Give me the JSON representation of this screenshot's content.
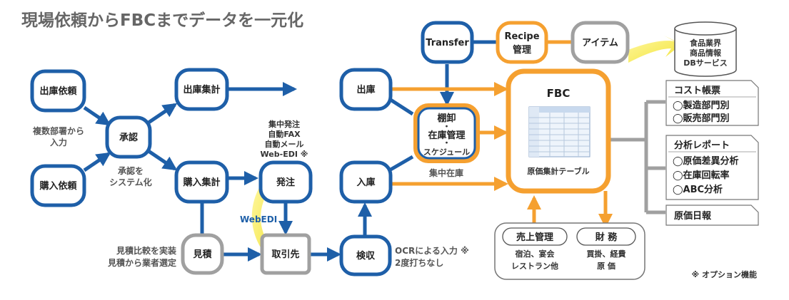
{
  "title": "現場依頼からFBCまでデータを一元化",
  "nodes": {
    "shukko_irai": "出庫依頼",
    "konyu_irai": "購入依頼",
    "shonin": "承認",
    "shukko_shukei": "出庫集計",
    "konyu_shukei": "購入集計",
    "mitsumori": "見積",
    "hatchu": "発注",
    "torihikisaki": "取引先",
    "shukko": "出庫",
    "nyuko": "入庫",
    "kenshu": "検収",
    "tanaoroshi": "棚卸",
    "tanaoroshi_dot1": "・",
    "zaiko_kanri": "在庫管理",
    "tanaoroshi_dot2": "・",
    "schedule": "スケジュール",
    "transfer": "Transfer",
    "recipe_line1": "Recipe",
    "recipe_line2": "管理",
    "item": "アイテム",
    "fbc_title": "FBC",
    "fbc_caption": "原価集計テーブル"
  },
  "db": {
    "line1": "食品業界",
    "line2": "商品情報",
    "line3": "DBサービス"
  },
  "notes": {
    "fukusu_1": "複数部署から",
    "fukusu_2": "入力",
    "shonin_sys_1": "承認を",
    "shonin_sys_2": "システム化",
    "shuchu_1": "集中発注",
    "shuchu_2": "自動FAX",
    "shuchu_3": "自動メール",
    "shuchu_4": "Web-EDI ※",
    "mitsumori_1": "見積比較を実装",
    "mitsumori_2": "見積から業者選定",
    "webedi": "WebEDI",
    "ocr_1": "OCRによる入力 ※",
    "ocr_2": "2度打ちなし",
    "shuchu_zaiko": "集中在庫",
    "option": "※ オプション機能"
  },
  "reports": {
    "cost_title": "コスト帳票",
    "cost_1": "◯製造部門別",
    "cost_2": "◯販売部門別",
    "bunseki_title": "分析レポート",
    "bunseki_1": "◯原価差異分析",
    "bunseki_2": "◯在庫回転率",
    "bunseki_3": "◯ABC分析",
    "genka_nippo": "原価日報"
  },
  "bottom": {
    "uriage_title": "売上管理",
    "uriage_1": "宿泊、宴会",
    "uriage_2": "レストラン他",
    "zaimu_title": "財 務",
    "zaimu_1": "買掛、経費",
    "zaimu_2": "原 価"
  },
  "colors": {
    "blue": "#1e5fa8",
    "orange": "#f5a030",
    "gray": "#a0a0a0",
    "yellow": "#f2e43a"
  }
}
